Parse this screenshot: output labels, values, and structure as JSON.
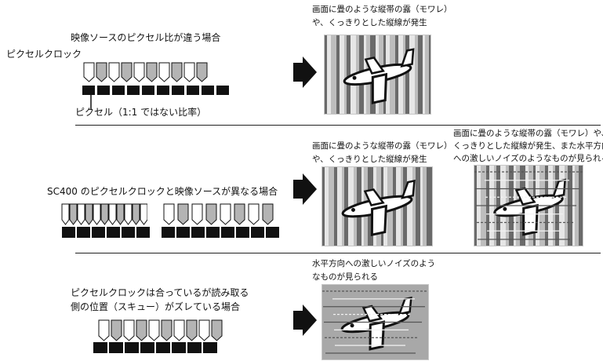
{
  "section1": {
    "title": "映像ソースのピクセル比が違う場合",
    "clock_label": "ピクセルクロック",
    "pixel_label": "ピクセル（1:1 ではない比率）",
    "result": [
      "画面に畳のような縦帯の露（モワレ）",
      "や、くっきりとした縦線が発生"
    ]
  },
  "section2": {
    "title": "SC400 のピクセルクロックと映像ソースが異なる場合",
    "result_a": [
      "画面に畳のような縦帯の露（モワレ）",
      "や、くっきりとした縦線が発生"
    ],
    "result_b": [
      "画面に畳のような縦帯の露（モワレ）や、",
      "くっきりとした縦線が発生、また水平方向",
      "への激しいノイズのようなものが見られる"
    ]
  },
  "section3": {
    "title": [
      "ピクセルクロックは合っているが読み取る",
      "側の位置（スキュー）がズレている場合"
    ],
    "result": [
      "水平方向への激しいノイズのよう",
      "なものが見られる"
    ]
  },
  "colors": {
    "pulse_fill": "#b4b4b4",
    "pixel_fill": "#111111",
    "panel_bg": "#a8a8a8",
    "stripe_dark": "#6a6a6a",
    "stripe_light": "#e6e6e6",
    "arrow": "#111111"
  }
}
